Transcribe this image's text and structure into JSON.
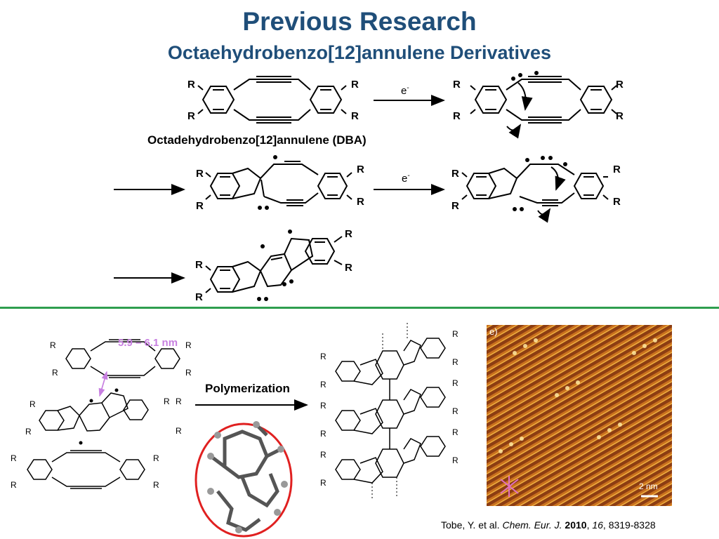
{
  "slide": {
    "title": "Previous Research",
    "subtitle": "Octaehydrobenzo[12]annulene Derivatives",
    "divider_color": "#2e9e4f",
    "title_color": "#1f4e79"
  },
  "scheme": {
    "dba_caption": "Octadehydrobenzo[12]annulene (DBA)",
    "electron_label": "e",
    "electron_charge": "-",
    "substituent": "R"
  },
  "bottom": {
    "distance_label": "5.9 – 6.1 nm",
    "polymerization_label": "Polymerization",
    "stm_panel_label": "e)",
    "stm_scale_label": "2 nm"
  },
  "citation": {
    "authors": "Tobe, Y. et al. ",
    "journal": "Chem. Eur. J.",
    "year": "2010",
    "volume": "16",
    "pages": ", 8319-8328"
  }
}
